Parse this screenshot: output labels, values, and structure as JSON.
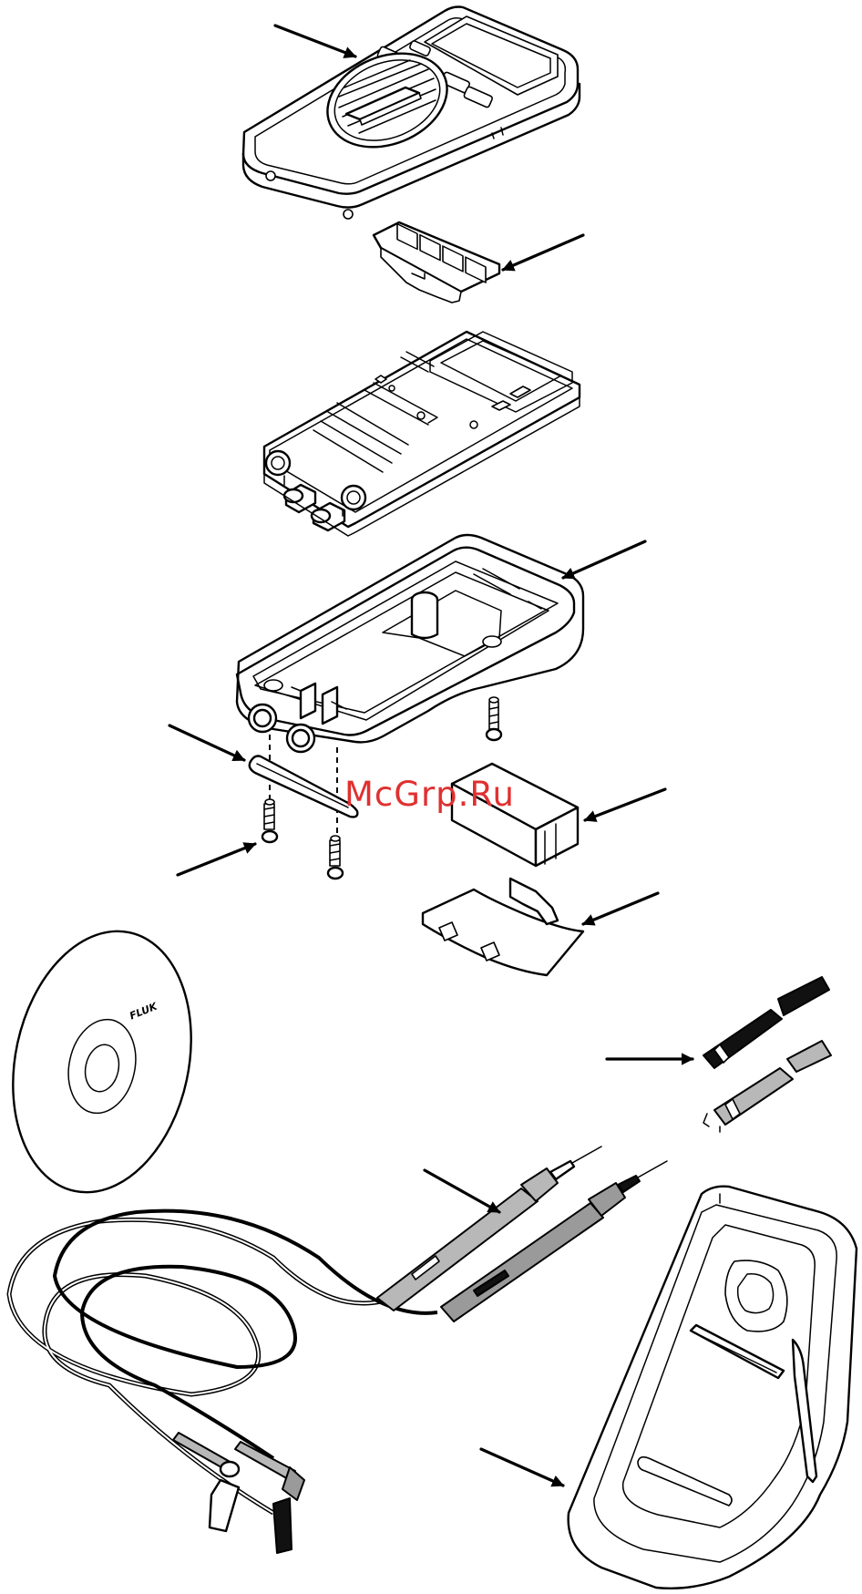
{
  "watermark": {
    "text": "McGrp.Ru",
    "color": "#e03030"
  },
  "cd_label": {
    "text": "FLUK"
  },
  "parts": [
    {
      "id": "front-case",
      "icon": "multimeter-front-case"
    },
    {
      "id": "keypad",
      "icon": "keypad-icon"
    },
    {
      "id": "circuit-board",
      "icon": "pcb-icon"
    },
    {
      "id": "rear-case",
      "icon": "case-bottom-icon"
    },
    {
      "id": "jack-strip",
      "icon": "strip-icon"
    },
    {
      "id": "screws",
      "icon": "screw-icon"
    },
    {
      "id": "battery",
      "icon": "battery-icon"
    },
    {
      "id": "battery-door",
      "icon": "door-icon"
    },
    {
      "id": "cd",
      "icon": "cd-icon"
    },
    {
      "id": "alligator-clips",
      "icon": "clip-icon"
    },
    {
      "id": "test-leads",
      "icon": "test-lead-icon"
    },
    {
      "id": "holster",
      "icon": "holster-icon"
    }
  ]
}
